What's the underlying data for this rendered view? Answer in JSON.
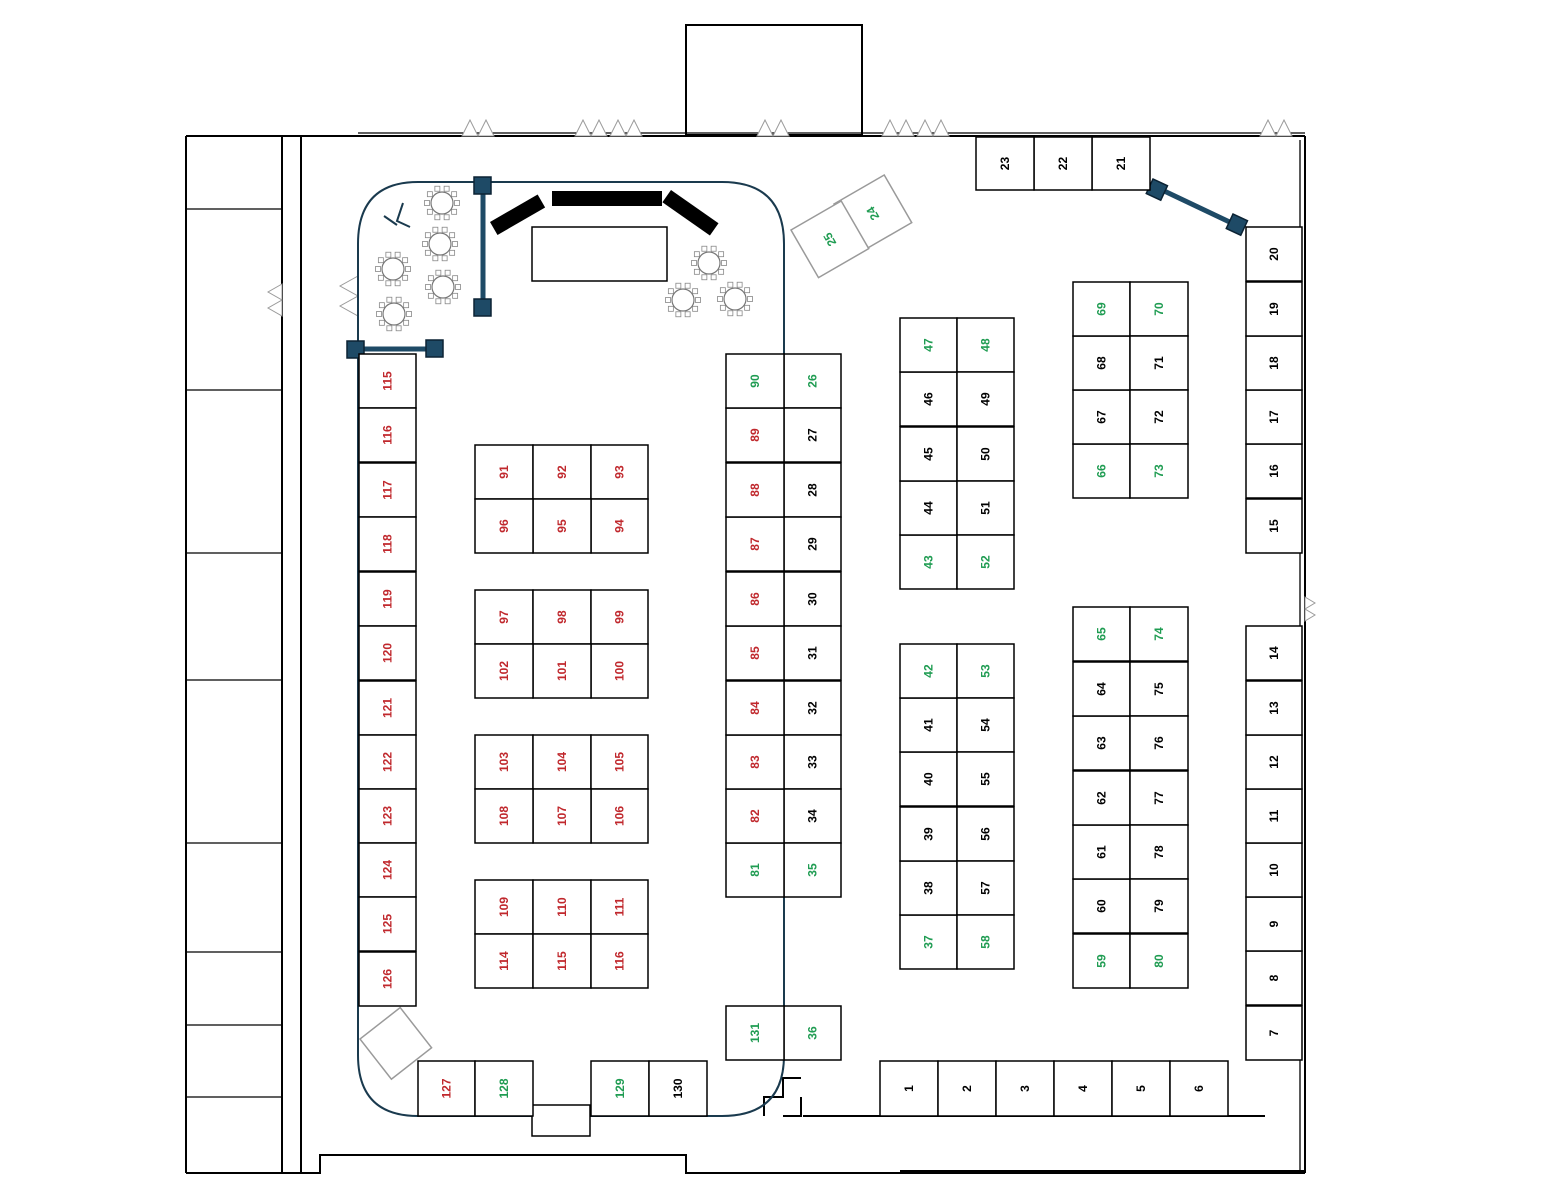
{
  "colors": {
    "assigned": "#c0282d",
    "available": "#1f9c52",
    "standard": "#000000",
    "divider": "#1e4a66"
  },
  "booths": [
    {
      "id": "1",
      "status": "standard"
    },
    {
      "id": "2",
      "status": "standard"
    },
    {
      "id": "3",
      "status": "standard"
    },
    {
      "id": "4",
      "status": "standard"
    },
    {
      "id": "5",
      "status": "standard"
    },
    {
      "id": "6",
      "status": "standard"
    },
    {
      "id": "7",
      "status": "standard"
    },
    {
      "id": "8",
      "status": "standard"
    },
    {
      "id": "9",
      "status": "standard"
    },
    {
      "id": "10",
      "status": "standard"
    },
    {
      "id": "11",
      "status": "standard"
    },
    {
      "id": "12",
      "status": "standard"
    },
    {
      "id": "13",
      "status": "standard"
    },
    {
      "id": "14",
      "status": "standard"
    },
    {
      "id": "15",
      "status": "standard"
    },
    {
      "id": "16",
      "status": "standard"
    },
    {
      "id": "17",
      "status": "standard"
    },
    {
      "id": "18",
      "status": "standard"
    },
    {
      "id": "19",
      "status": "standard"
    },
    {
      "id": "20",
      "status": "standard"
    },
    {
      "id": "21",
      "status": "standard"
    },
    {
      "id": "22",
      "status": "standard"
    },
    {
      "id": "23",
      "status": "standard"
    },
    {
      "id": "24",
      "status": "available"
    },
    {
      "id": "25",
      "status": "available"
    },
    {
      "id": "26",
      "status": "available"
    },
    {
      "id": "27",
      "status": "standard"
    },
    {
      "id": "28",
      "status": "standard"
    },
    {
      "id": "29",
      "status": "standard"
    },
    {
      "id": "30",
      "status": "standard"
    },
    {
      "id": "31",
      "status": "standard"
    },
    {
      "id": "32",
      "status": "standard"
    },
    {
      "id": "33",
      "status": "standard"
    },
    {
      "id": "34",
      "status": "standard"
    },
    {
      "id": "35",
      "status": "available"
    },
    {
      "id": "36",
      "status": "available"
    },
    {
      "id": "37",
      "status": "available"
    },
    {
      "id": "38",
      "status": "standard"
    },
    {
      "id": "39",
      "status": "standard"
    },
    {
      "id": "40",
      "status": "standard"
    },
    {
      "id": "41",
      "status": "standard"
    },
    {
      "id": "42",
      "status": "available"
    },
    {
      "id": "43",
      "status": "available"
    },
    {
      "id": "44",
      "status": "standard"
    },
    {
      "id": "45",
      "status": "standard"
    },
    {
      "id": "46",
      "status": "standard"
    },
    {
      "id": "47",
      "status": "available"
    },
    {
      "id": "48",
      "status": "available"
    },
    {
      "id": "49",
      "status": "standard"
    },
    {
      "id": "50",
      "status": "standard"
    },
    {
      "id": "51",
      "status": "standard"
    },
    {
      "id": "52",
      "status": "available"
    },
    {
      "id": "53",
      "status": "available"
    },
    {
      "id": "54",
      "status": "standard"
    },
    {
      "id": "55",
      "status": "standard"
    },
    {
      "id": "56",
      "status": "standard"
    },
    {
      "id": "57",
      "status": "standard"
    },
    {
      "id": "58",
      "status": "available"
    },
    {
      "id": "59",
      "status": "available"
    },
    {
      "id": "60",
      "status": "standard"
    },
    {
      "id": "61",
      "status": "standard"
    },
    {
      "id": "62",
      "status": "standard"
    },
    {
      "id": "63",
      "status": "standard"
    },
    {
      "id": "64",
      "status": "standard"
    },
    {
      "id": "65",
      "status": "available"
    },
    {
      "id": "66",
      "status": "available"
    },
    {
      "id": "67",
      "status": "standard"
    },
    {
      "id": "68",
      "status": "standard"
    },
    {
      "id": "69",
      "status": "available"
    },
    {
      "id": "70",
      "status": "available"
    },
    {
      "id": "71",
      "status": "standard"
    },
    {
      "id": "72",
      "status": "standard"
    },
    {
      "id": "73",
      "status": "available"
    },
    {
      "id": "74",
      "status": "available"
    },
    {
      "id": "75",
      "status": "standard"
    },
    {
      "id": "76",
      "status": "standard"
    },
    {
      "id": "77",
      "status": "standard"
    },
    {
      "id": "78",
      "status": "standard"
    },
    {
      "id": "79",
      "status": "standard"
    },
    {
      "id": "80",
      "status": "available"
    },
    {
      "id": "81",
      "status": "available"
    },
    {
      "id": "82",
      "status": "assigned"
    },
    {
      "id": "83",
      "status": "assigned"
    },
    {
      "id": "84",
      "status": "assigned"
    },
    {
      "id": "85",
      "status": "assigned"
    },
    {
      "id": "86",
      "status": "assigned"
    },
    {
      "id": "87",
      "status": "assigned"
    },
    {
      "id": "88",
      "status": "assigned"
    },
    {
      "id": "89",
      "status": "assigned"
    },
    {
      "id": "90",
      "status": "available"
    },
    {
      "id": "91",
      "status": "assigned"
    },
    {
      "id": "92",
      "status": "assigned"
    },
    {
      "id": "93",
      "status": "assigned"
    },
    {
      "id": "94",
      "status": "assigned"
    },
    {
      "id": "95",
      "status": "assigned"
    },
    {
      "id": "96",
      "status": "assigned"
    },
    {
      "id": "97",
      "status": "assigned"
    },
    {
      "id": "98",
      "status": "assigned"
    },
    {
      "id": "99",
      "status": "assigned"
    },
    {
      "id": "100",
      "status": "assigned"
    },
    {
      "id": "101",
      "status": "assigned"
    },
    {
      "id": "102",
      "status": "assigned"
    },
    {
      "id": "103",
      "status": "assigned"
    },
    {
      "id": "104",
      "status": "assigned"
    },
    {
      "id": "105",
      "status": "assigned"
    },
    {
      "id": "106",
      "status": "assigned"
    },
    {
      "id": "107",
      "status": "assigned"
    },
    {
      "id": "108",
      "status": "assigned"
    },
    {
      "id": "109",
      "status": "assigned"
    },
    {
      "id": "110",
      "status": "assigned"
    },
    {
      "id": "111",
      "status": "assigned"
    },
    {
      "id": "114",
      "status": "assigned"
    },
    {
      "id": "115",
      "status": "assigned"
    },
    {
      "id": "116",
      "status": "assigned"
    },
    {
      "id": "115",
      "status": "assigned"
    },
    {
      "id": "116",
      "status": "assigned"
    },
    {
      "id": "117",
      "status": "assigned"
    },
    {
      "id": "118",
      "status": "assigned"
    },
    {
      "id": "119",
      "status": "assigned"
    },
    {
      "id": "120",
      "status": "assigned"
    },
    {
      "id": "121",
      "status": "assigned"
    },
    {
      "id": "122",
      "status": "assigned"
    },
    {
      "id": "123",
      "status": "assigned"
    },
    {
      "id": "124",
      "status": "assigned"
    },
    {
      "id": "125",
      "status": "assigned"
    },
    {
      "id": "126",
      "status": "assigned"
    },
    {
      "id": "127",
      "status": "assigned"
    },
    {
      "id": "128",
      "status": "available"
    },
    {
      "id": "129",
      "status": "available"
    },
    {
      "id": "130",
      "status": "standard"
    },
    {
      "id": "131",
      "status": "available"
    }
  ]
}
